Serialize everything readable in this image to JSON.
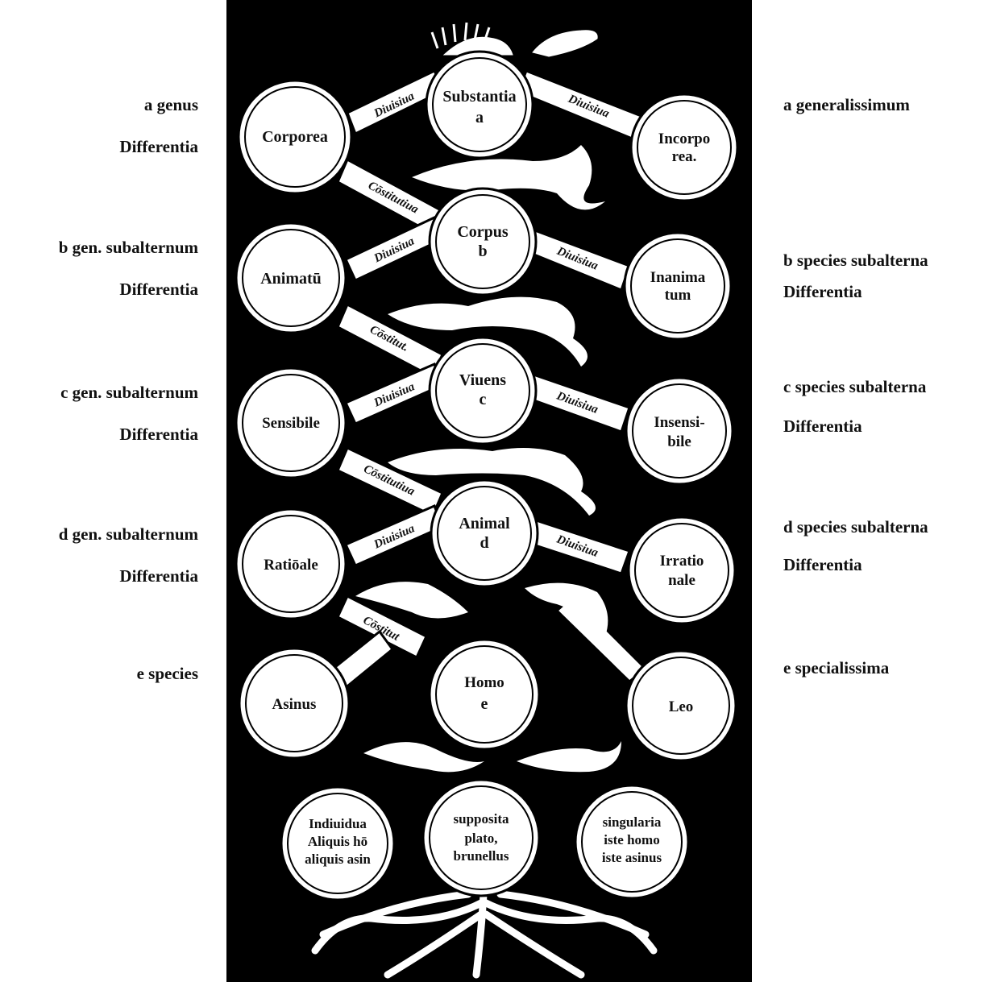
{
  "left_labels": [
    {
      "line1": "a  genus",
      "line2": "Differentia"
    },
    {
      "line1": "b  gen. subalternum",
      "line2": "Differentia"
    },
    {
      "line1": "c  gen. subalternum",
      "line2": "Differentia"
    },
    {
      "line1": "d  gen. subalternum",
      "line2": "Differentia"
    },
    {
      "line1": "e  species",
      "line2": ""
    }
  ],
  "right_labels": [
    {
      "line1": "a  generalissimum",
      "line2": ""
    },
    {
      "line1": "b  species subalterna",
      "line2": "Differentia"
    },
    {
      "line1": "c  species subalterna",
      "line2": "Differentia"
    },
    {
      "line1": "d  species subalterna",
      "line2": "Differentia"
    },
    {
      "line1": "e  specialissima",
      "line2": ""
    }
  ],
  "circles": {
    "substantia": {
      "line1": "Substantia",
      "line2": "a"
    },
    "corporea": {
      "line1": "Corporea",
      "line2": ""
    },
    "incorporea": {
      "line1": "Incorpo",
      "line2": "rea."
    },
    "corpus": {
      "line1": "Corpus",
      "line2": "b"
    },
    "animatum": {
      "line1": "Animatū",
      "line2": ""
    },
    "inanimatum": {
      "line1": "Inanima",
      "line2": "tum"
    },
    "vivens": {
      "line1": "Viuens",
      "line2": "c"
    },
    "sensibile": {
      "line1": "Sensibile",
      "line2": ""
    },
    "insensibile": {
      "line1": "Insensi-",
      "line2": "bile"
    },
    "animal": {
      "line1": "Animal",
      "line2": "d"
    },
    "rationale": {
      "line1": "Ratiōale",
      "line2": ""
    },
    "irrationale": {
      "line1": "Irratio",
      "line2": "nale"
    },
    "homo": {
      "line1": "Homo",
      "line2": "e"
    },
    "asinus": {
      "line1": "Asinus",
      "line2": ""
    },
    "leo": {
      "line1": "Leo",
      "line2": ""
    },
    "individua": {
      "line1": "Indiuidua",
      "line2": "Aliquis hō",
      "line3": "aliquis asin"
    },
    "supposita": {
      "line1": "supposita",
      "line2": "plato,",
      "line3": "brunellus"
    },
    "singularia": {
      "line1": "singularia",
      "line2": "iste homo",
      "line3": "iste asinus"
    }
  },
  "bands": {
    "divisiva_1a": "Diuisiua",
    "divisiva_1b": "Diuisiua",
    "constitutiva_1": "Cōstitutiua",
    "divisiva_2a": "Diuisiua",
    "divisiva_2b": "Diuisiua",
    "constitutiva_2": "Cōstitut.",
    "divisiva_3a": "Diuisiua",
    "divisiva_3b": "Diuisiua",
    "constitutiva_3": "Cōstitutiua",
    "divisiva_4a": "Diuisiua",
    "divisiva_4b": "Diuisiua",
    "constitutiva_4": "Cōstitut"
  }
}
